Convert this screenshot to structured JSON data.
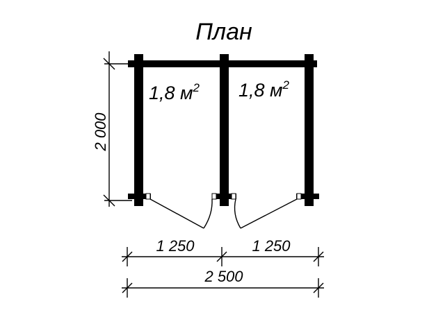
{
  "title": "План",
  "rooms": [
    {
      "area_value": "1,8 м",
      "area_exponent": "2"
    },
    {
      "area_value": "1,8 м",
      "area_exponent": "2"
    }
  ],
  "dimensions": {
    "height": "2 000",
    "width_left": "1 250",
    "width_right": "1 250",
    "width_total": "2 500"
  },
  "colors": {
    "line": "#000000",
    "background": "#ffffff"
  }
}
